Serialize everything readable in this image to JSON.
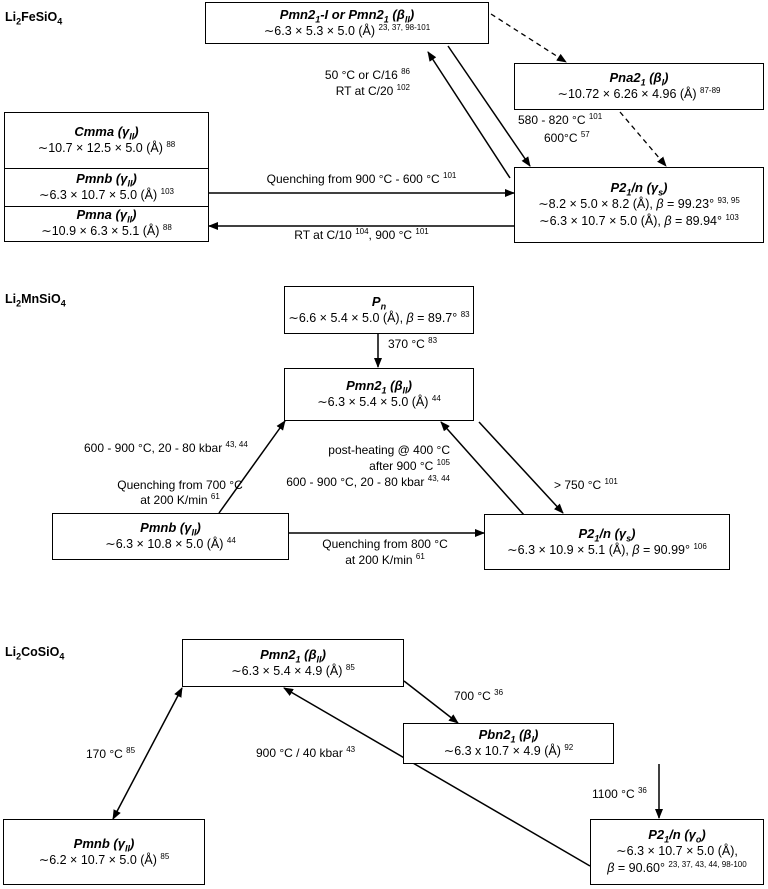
{
  "sections": {
    "fe": {
      "title": {
        "el": "Li",
        "s1": "2",
        "m": "FeSiO",
        "s2": "4"
      },
      "pmn_top": {
        "name_a": "Pmn2",
        "name_b": "1",
        "name_c": "-I or ",
        "name_d": "Pmn2",
        "name_e": "1",
        "name_f": " (",
        "name_g": "β",
        "name_h": "II",
        "name_i": ")",
        "dims": "∼6.3 × 5.3 × 5.0 (Å) ",
        "ref": "23, 37, 98-101"
      },
      "pna": {
        "name_a": "Pna2",
        "name_b": "1",
        "name_c": " (",
        "name_d": "β",
        "name_e": "I",
        "name_f": ")",
        "dims": "∼10.72 × 6.26 × 4.96 (Å) ",
        "ref": "87-89"
      },
      "cmma": {
        "name_a": "Cmma",
        "name_b": " (",
        "name_c": "γ",
        "name_d": "II",
        "name_e": ")",
        "dims": "∼10.7 × 12.5 × 5.0 (Å) ",
        "ref": "88"
      },
      "pmnb": {
        "name_a": "Pmnb",
        "name_b": " (",
        "name_c": "γ",
        "name_d": "II",
        "name_e": ")",
        "dims": "∼6.3 × 10.7 × 5.0 (Å) ",
        "ref": "103"
      },
      "pmna": {
        "name_a": "Pmna",
        "name_b": " (",
        "name_c": "γ",
        "name_d": "II",
        "name_e": ")",
        "dims": "∼10.9 × 6.3 × 5.1 (Å) ",
        "ref": "88"
      },
      "p21n": {
        "name_a": "P2",
        "name_b": "1",
        "name_c": "/n (",
        "name_d": "γ",
        "name_e": "s",
        "name_f": ")",
        "line2": "∼8.2 × 5.0 × 8.2 (Å), ",
        "beta2": "β",
        "line2b": " = 99.23° ",
        "ref2": "93, 95",
        "line3": "∼6.3 × 10.7 × 5.0 (Å), ",
        "beta3": "β",
        "line3b": " = 89.94° ",
        "ref3": "103"
      },
      "labels": {
        "c50": "50 °C or C/16 ",
        "c50ref": "86",
        "rt20": "RT at C/20 ",
        "rt20ref": "102",
        "t580": "580 - 820 °C ",
        "t580ref": "101",
        "t600": "600°C ",
        "t600ref": "57",
        "quench": "Quenching from 900 °C - 600 °C ",
        "quenchref": "101",
        "rt10a": "RT at C/10 ",
        "rt10aref": "104",
        "rt10b": ", 900 °C ",
        "rt10bref": "101"
      }
    },
    "mn": {
      "title": {
        "el": "Li",
        "s1": "2",
        "m": "MnSiO",
        "s2": "4"
      },
      "pn": {
        "name_a": "P",
        "name_b": "n",
        "dims": "∼6.6 × 5.4 × 5.0 (Å), ",
        "beta": "β",
        "dimsb": " = 89.7° ",
        "ref": "83"
      },
      "pmn21": {
        "name_a": "Pmn2",
        "name_b": "1",
        "name_c": " (",
        "name_d": "β",
        "name_e": "II",
        "name_f": ")",
        "dims": "∼6.3 × 5.4 × 5.0 (Å) ",
        "ref": "44"
      },
      "pmnb": {
        "name_a": "Pmnb",
        "name_b": " (",
        "name_c": "γ",
        "name_d": "II",
        "name_e": ")",
        "dims": "∼6.3 × 10.8 × 5.0 (Å) ",
        "ref": "44"
      },
      "p21n": {
        "name_a": "P2",
        "name_b": "1",
        "name_c": "/n (",
        "name_d": "γ",
        "name_e": "s",
        "name_f": ")",
        "dims": "∼6.3 × 10.9 × 5.1 (Å), ",
        "beta": "β",
        "dimsb": " = 90.99° ",
        "ref": "106"
      },
      "labels": {
        "t370": "370 °C ",
        "t370ref": "83",
        "p600a": "600 - 900 °C, 20 - 80 kbar ",
        "p600aref": "43, 44",
        "q700a": "Quenching from 700 °C",
        "q700b": "at 200 K/min ",
        "q700bref": "61",
        "post1": "post-heating @ 400 °C",
        "post2": "after 900 °C ",
        "post2ref": "105",
        "post3": "600 - 900 °C, 20 - 80 kbar ",
        "post3ref": "43, 44",
        "t750": "> 750 °C ",
        "t750ref": "101",
        "q800a": "Quenching from 800 °C",
        "q800b": "at 200 K/min ",
        "q800bref": "61"
      }
    },
    "co": {
      "title": {
        "el": "Li",
        "s1": "2",
        "m": "CoSiO",
        "s2": "4"
      },
      "pmn21": {
        "name_a": "Pmn2",
        "name_b": "1",
        "name_c": " (",
        "name_d": "β",
        "name_e": "II",
        "name_f": ")",
        "dims": "∼6.3 × 5.4 × 4.9 (Å) ",
        "ref": "85"
      },
      "pbn21": {
        "name_a": "Pbn2",
        "name_b": "1",
        "name_c": " (",
        "name_d": "β",
        "name_e": "I",
        "name_f": ")",
        "dims": "∼6.3 x 10.7 × 4.9 (Å) ",
        "ref": "92"
      },
      "pmnb": {
        "name_a": "Pmnb",
        "name_b": " (",
        "name_c": "γ",
        "name_d": "II",
        "name_e": ")",
        "dims": "∼6.2 × 10.7 × 5.0 (Å) ",
        "ref": "85"
      },
      "p21n": {
        "name_a": "P2",
        "name_b": "1",
        "name_c": "/n (",
        "name_d": "γ",
        "name_e": "o",
        "name_f": ")",
        "dims": "∼6.3 × 10.7 × 5.0 (Å),",
        "beta": "β",
        "dimsb": " = 90.60° ",
        "ref": "23, 37, 43, 44, 98-100"
      },
      "labels": {
        "t700": "700 °C ",
        "t700ref": "36",
        "t170": "170 °C ",
        "t170ref": "85",
        "t900": "900 °C / 40 kbar ",
        "t900ref": "43",
        "t1100": "1100 °C ",
        "t1100ref": "36"
      }
    }
  },
  "colors": {
    "line": "#000000",
    "background": "#ffffff"
  }
}
